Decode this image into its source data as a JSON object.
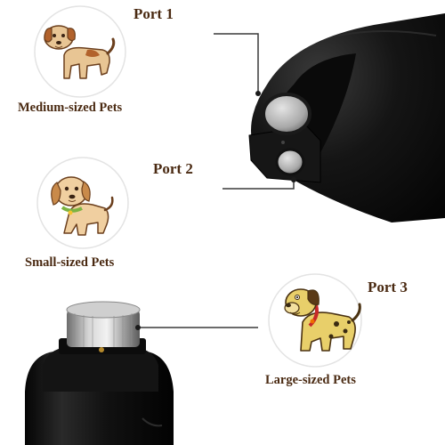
{
  "ports": [
    {
      "port_label": "Port 1",
      "caption": "Medium-sized Pets",
      "icon": "medium-dog-icon"
    },
    {
      "port_label": "Port 2",
      "caption": "Small-sized Pets",
      "icon": "small-dog-icon"
    },
    {
      "port_label": "Port 3",
      "caption": "Large-sized Pets",
      "icon": "large-dog-icon"
    }
  ],
  "colors": {
    "text": "#4a2a12",
    "circle_border": "#e0e0e0",
    "leader_line": "#3a3a3a",
    "device_body": "#0e0e0e",
    "grinder_stone": "#b8b8b8"
  }
}
